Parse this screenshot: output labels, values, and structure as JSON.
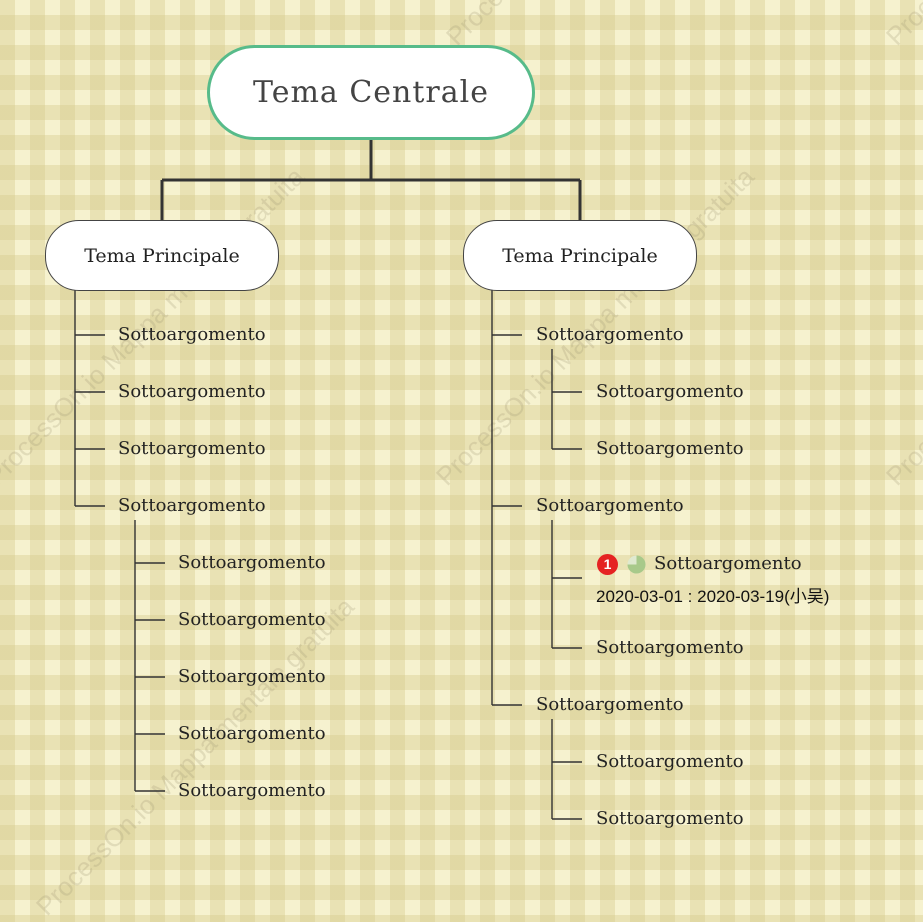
{
  "watermark": {
    "text": "ProcessOn.io Mappa mentale gratuita"
  },
  "colors": {
    "central_border": "#57bb8a",
    "node_border": "#444444",
    "line": "#333333",
    "priority": "#e52222",
    "progress": "#a8c98a"
  },
  "central_topic": {
    "label": "Tema Centrale"
  },
  "main_topics": [
    {
      "label": "Tema Principale",
      "subtopics": [
        {
          "label": "Sottoargomento"
        },
        {
          "label": "Sottoargomento"
        },
        {
          "label": "Sottoargomento"
        },
        {
          "label": "Sottoargomento",
          "children": [
            {
              "label": "Sottoargomento"
            },
            {
              "label": "Sottoargomento"
            },
            {
              "label": "Sottoargomento"
            },
            {
              "label": "Sottoargomento"
            },
            {
              "label": "Sottoargomento"
            }
          ]
        }
      ]
    },
    {
      "label": "Tema Principale",
      "subtopics": [
        {
          "label": "Sottoargomento",
          "children": [
            {
              "label": "Sottoargomento"
            },
            {
              "label": "Sottoargomento"
            }
          ]
        },
        {
          "label": "Sottoargomento",
          "children": [
            {
              "label": "Sottoargomento",
              "priority_icon": "priority-1-icon",
              "priority": "1",
              "progress_icon": "progress-quarter-icon",
              "progress": 0.75,
              "date_range": "2020-03-01 : 2020-03-19(小吴)"
            },
            {
              "label": "Sottoargomento"
            }
          ]
        },
        {
          "label": "Sottoargomento",
          "children": [
            {
              "label": "Sottoargomento"
            },
            {
              "label": "Sottoargomento"
            }
          ]
        }
      ]
    }
  ]
}
